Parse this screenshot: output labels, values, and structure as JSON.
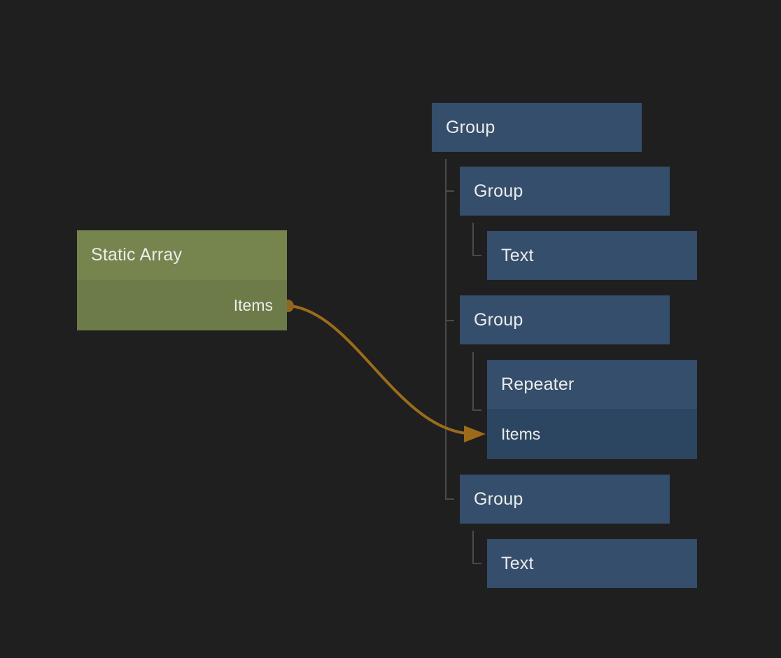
{
  "canvas": {
    "background": "#1f1f20",
    "text_color": "#ececec"
  },
  "static_array_node": {
    "title": "Static Array",
    "output_port_label": "Items",
    "header_color": "#76854e",
    "body_color": "#6d7b48"
  },
  "tree_nodes": [
    {
      "label": "Group"
    },
    {
      "label": "Group"
    },
    {
      "label": "Text"
    },
    {
      "label": "Group"
    },
    {
      "label": "Repeater",
      "input_port_label": "Items"
    },
    {
      "label": "Group"
    },
    {
      "label": "Text"
    }
  ],
  "tree_node_colors": {
    "header": "#344e6b",
    "port_body": "#2c4561"
  },
  "tree_line_color": "#4a4a4a",
  "connection": {
    "wire_color": "#9c6b1a",
    "port_dot_color": "#8d6820"
  }
}
